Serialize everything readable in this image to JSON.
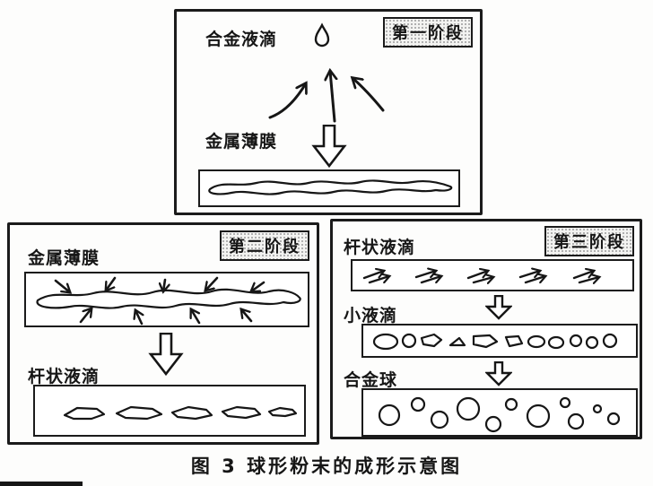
{
  "figure": {
    "caption": "图 3 球形粉末的成形示意图"
  },
  "stage1": {
    "badge": "第一阶段",
    "alloy_droplet_label": "合金液滴",
    "metal_film_label": "金属薄膜"
  },
  "stage2": {
    "badge": "第二阶段",
    "metal_film_label": "金属薄膜",
    "rod_droplet_label": "杆状液滴"
  },
  "stage3": {
    "badge": "第三阶段",
    "rod_droplet_label": "杆状液滴",
    "small_droplet_label": "小液滴",
    "alloy_sphere_label": "合金球"
  },
  "icons": {
    "droplet_icon": "teardrop-outline",
    "up_arrows_icon": "hand-drawn-arrows-pointing-up",
    "down_arrow_icon": "hollow-block-down-arrow",
    "inward_arrows_icon": "arrows-pressing-into-film"
  },
  "colors": {
    "ink": "#161616",
    "background": "#ffffff"
  }
}
